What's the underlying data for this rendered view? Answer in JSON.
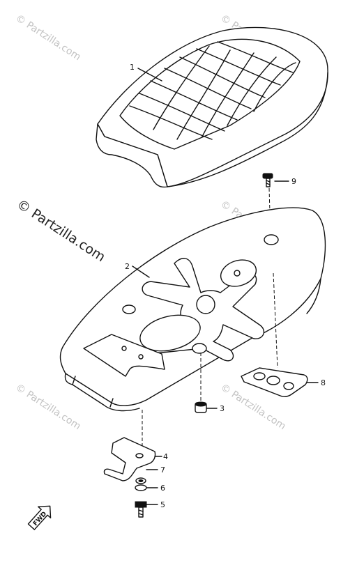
{
  "watermarks": {
    "primary": "© Partzilla.com",
    "repeat": "© Partzilla.com"
  },
  "callouts": {
    "seat": "1",
    "seat_base": "2",
    "damper": "3",
    "bracket": "4",
    "bolt": "5",
    "washer": "6",
    "lock_washer": "7",
    "pad": "8",
    "top_bolt": "9"
  },
  "direction_arrow": "FWD"
}
